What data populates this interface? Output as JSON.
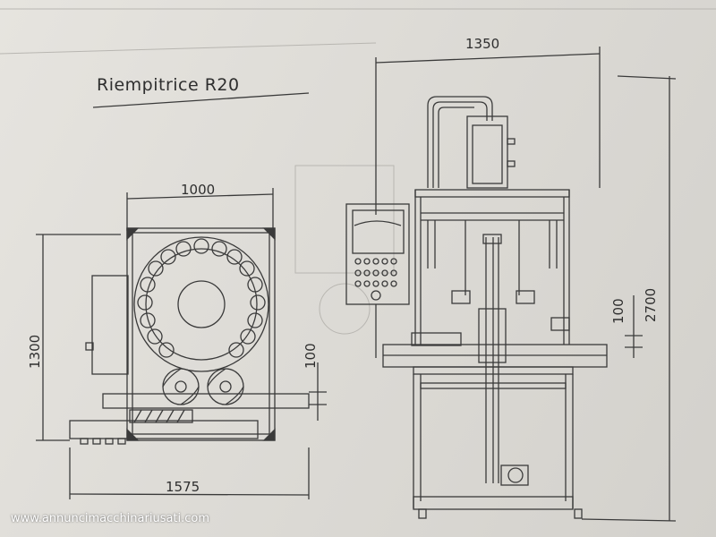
{
  "title": "Riempitrice R20",
  "dimensions": {
    "top_width": "1350",
    "left_width": "1000",
    "left_height": "1300",
    "left_small": "100",
    "bottom_width": "1575",
    "right_small": "100",
    "right_height": "2700"
  },
  "watermark": "www.annuncimacchinariusati.com",
  "colors": {
    "line": "#3a3a3a",
    "paper": "#e2e0db"
  }
}
